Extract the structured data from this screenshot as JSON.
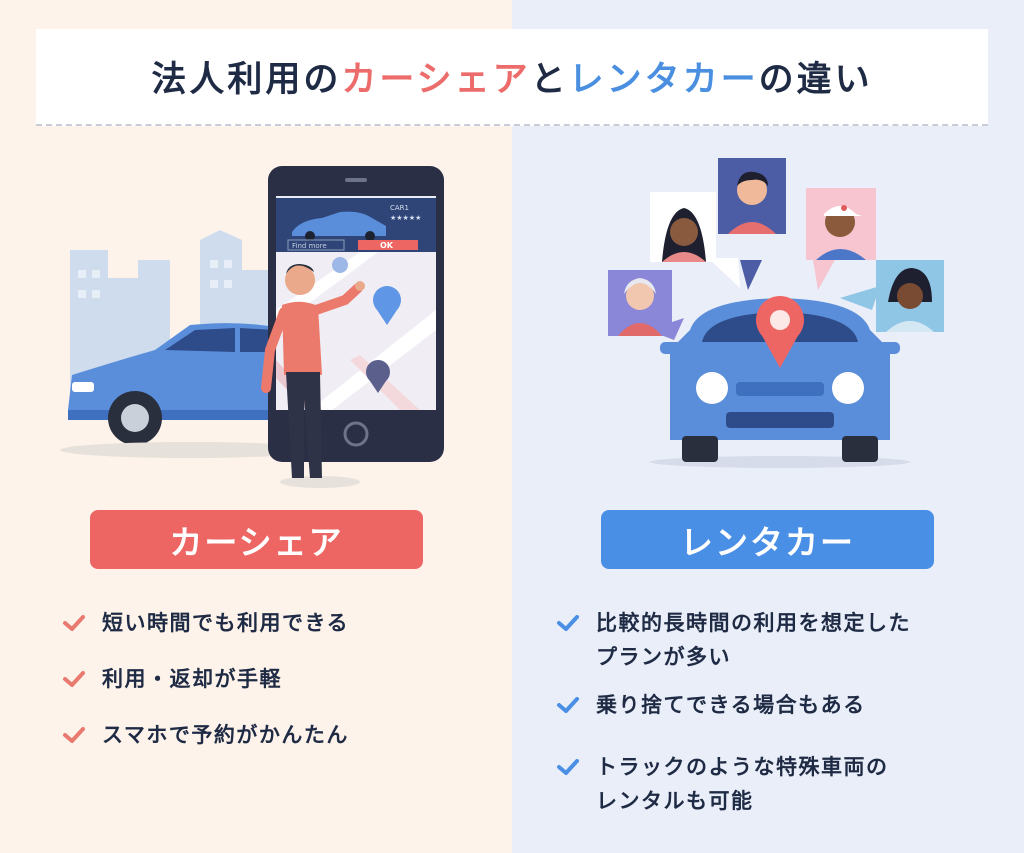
{
  "title": {
    "part1": "法人利用の",
    "part2": "カーシェア",
    "part3": "と",
    "part4": "レンタカー",
    "part5": "の違い"
  },
  "colors": {
    "accent_red": "#ee6663",
    "accent_blue": "#4a8fe6",
    "text_dark": "#1f2b45",
    "bg_left": "#fdf3ea",
    "bg_right": "#e9eef8"
  },
  "phone_screen": {
    "car_label": "CAR1",
    "rating_stars": "★★★★★",
    "find_more": "Find more",
    "ok": "OK"
  },
  "left": {
    "badge": "カーシェア",
    "icon": "check-icon",
    "items": [
      "短い時間でも利用できる",
      "利用・返却が手軽",
      "スマホで予約がかんたん"
    ]
  },
  "right": {
    "badge": "レンタカー",
    "icon": "check-icon",
    "items": [
      "比較的長時間の利用を想定した\nプランが多い",
      "乗り捨てできる場合もある",
      "トラックのような特殊車両の\nレンタルも可能"
    ]
  }
}
